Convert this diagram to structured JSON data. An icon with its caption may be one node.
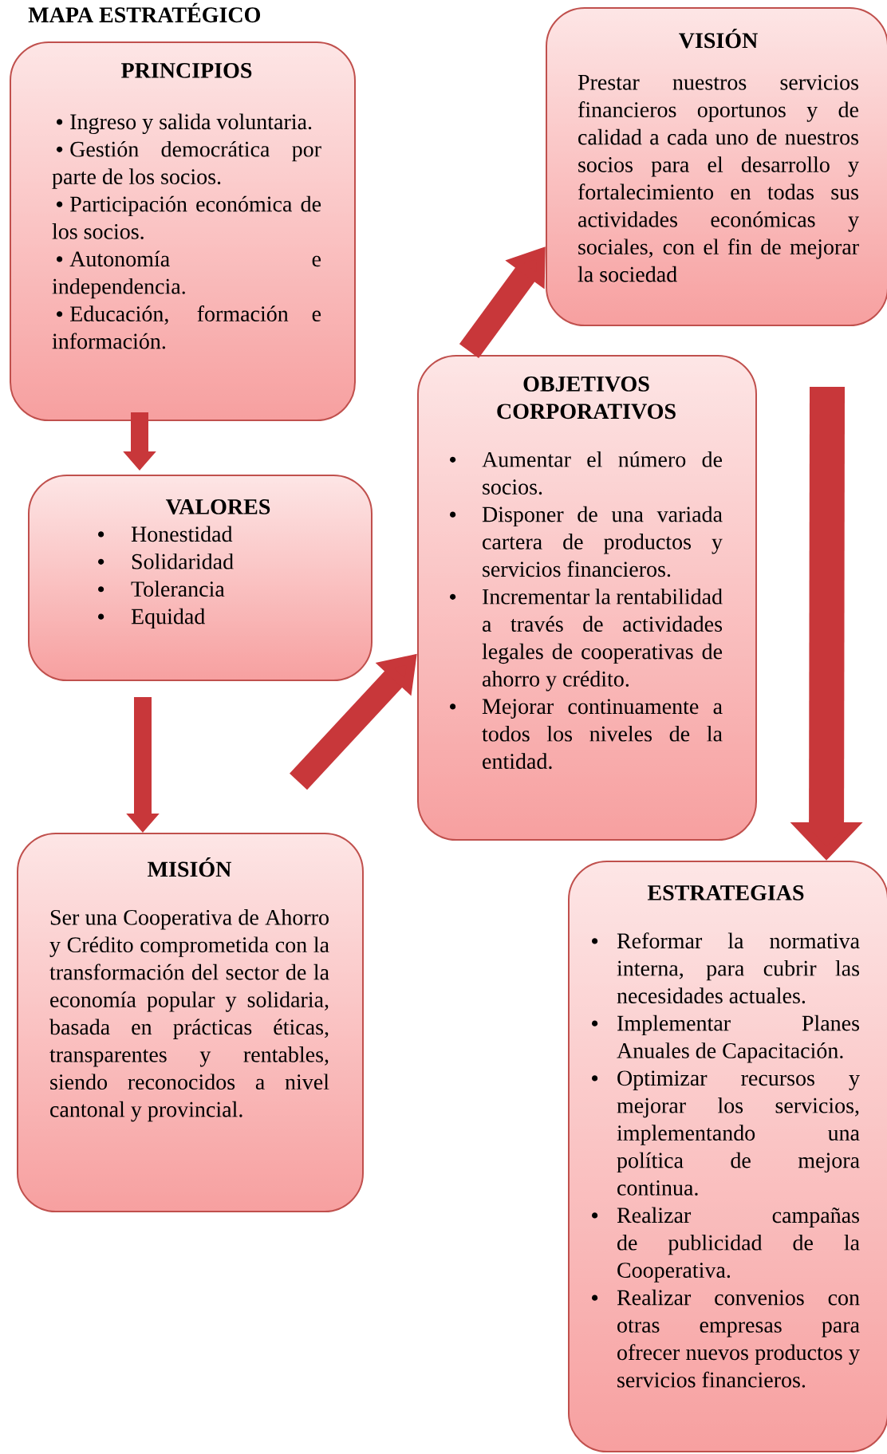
{
  "diagram": {
    "title": "MAPA ESTRATÉGICO",
    "nodes": [
      {
        "text": [
          "PRINCIPIOS",
          "Ingreso y salida voluntaria.",
          "Gestión democrática por parte de los socios.",
          "Participación económica de los socios.",
          "Autonomía e independencia.",
          "Educación, formación e información."
        ]
      },
      {
        "text": [
          "VALORES",
          "Honestidad",
          "Solidaridad",
          "Tolerancia",
          "Equidad"
        ]
      },
      {
        "text": [
          "MISIÓN",
          "Ser una Cooperativa de Ahorro y Crédito comprometida con la transformación del sector de la economía popular y solidaria, basada en prácticas éticas, transparentes y rentables, siendo reconocidos a nivel cantonal y provincial."
        ]
      },
      {
        "text": [
          "OBJETIVOS CORPORATIVOS",
          "Aumentar el número de socios.",
          "Disponer de una variada cartera de productos y servicios financieros.",
          "Incrementar la rentabilidad a través de actividades legales de cooperativas de ahorro y crédito.",
          "Mejorar continuamente a todos los niveles de la entidad."
        ]
      },
      {
        "text": [
          "VISIÓN",
          "Prestar nuestros servicios financieros oportunos y de calidad a cada uno de nuestros socios para el desarrollo y fortalecimiento en todas sus actividades económicas y sociales, con el fin de mejorar la sociedad"
        ]
      },
      {
        "text": [
          "ESTRATEGIAS",
          "Reformar la normativa interna, para cubrir las necesidades actuales.",
          "Implementar Planes Anuales de Capacitación.",
          "Optimizar recursos y mejorar los servicios, implementando una política de mejora continua.",
          "Realizar campañas de publicidad de la Cooperativa.",
          "Realizar convenios con otras empresas para ofrecer nuevos productos y servicios financieros."
        ]
      }
    ],
    "edges": [
      {
        "from": 0,
        "to": 1,
        "arrow": "to"
      },
      {
        "from": 1,
        "to": 2,
        "arrow": "to"
      },
      {
        "from": 2,
        "to": 3,
        "arrow": "to"
      },
      {
        "from": 3,
        "to": 4,
        "arrow": "to"
      },
      {
        "from": 4,
        "to": 5,
        "arrow": "to"
      }
    ]
  }
}
